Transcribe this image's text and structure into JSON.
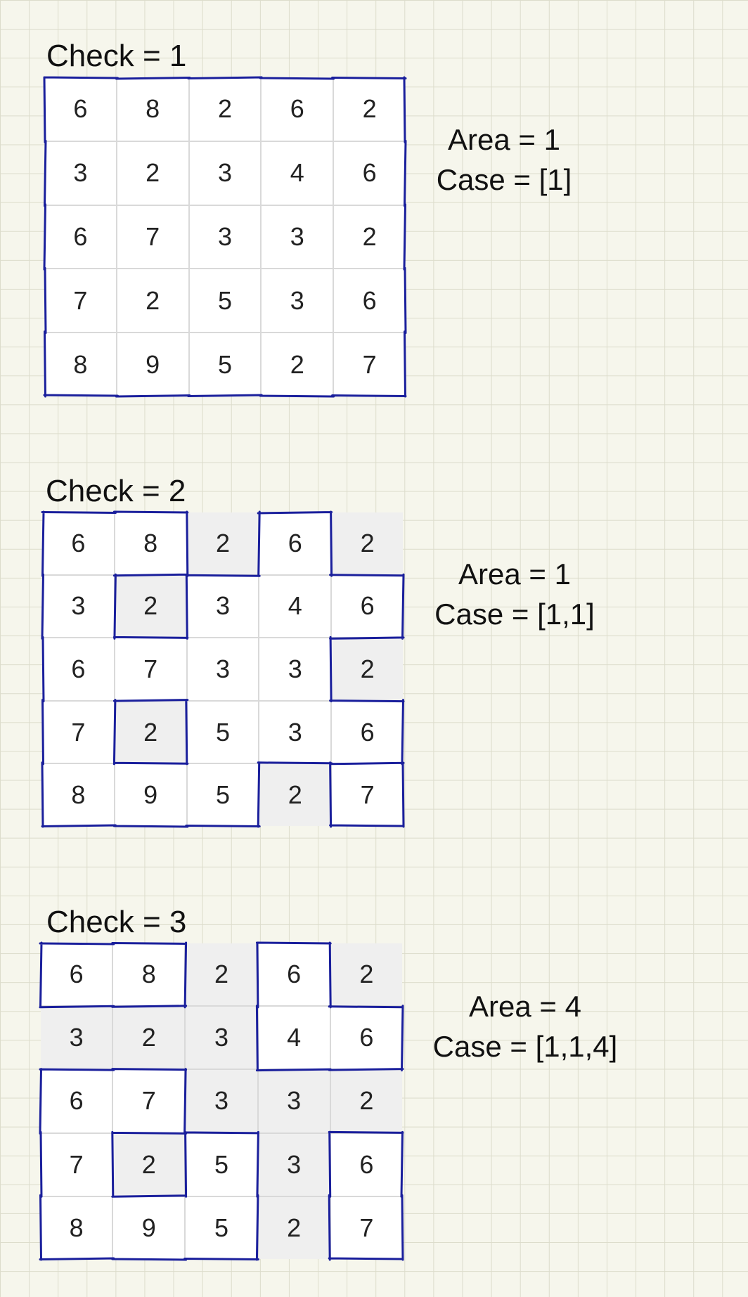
{
  "panels": [
    {
      "title": "Check = 1",
      "area_line": "Area = 1",
      "case_line": "Case = [1]",
      "values": [
        [
          6,
          8,
          2,
          6,
          2
        ],
        [
          3,
          2,
          3,
          4,
          6
        ],
        [
          6,
          7,
          3,
          3,
          2
        ],
        [
          7,
          2,
          5,
          3,
          6
        ],
        [
          8,
          9,
          5,
          2,
          7
        ]
      ],
      "shaded": [
        [
          0,
          0,
          0,
          0,
          0
        ],
        [
          0,
          0,
          0,
          0,
          0
        ],
        [
          0,
          0,
          0,
          0,
          0
        ],
        [
          0,
          0,
          0,
          0,
          0
        ],
        [
          0,
          0,
          0,
          0,
          0
        ]
      ],
      "regions": [
        [
          1,
          1,
          1,
          1,
          1
        ],
        [
          1,
          1,
          1,
          1,
          1
        ],
        [
          1,
          1,
          1,
          1,
          1
        ],
        [
          1,
          1,
          1,
          1,
          1
        ],
        [
          1,
          1,
          1,
          1,
          1
        ]
      ]
    },
    {
      "title": "Check = 2",
      "area_line": "Area = 1",
      "case_line": "Case = [1,1]",
      "values": [
        [
          6,
          8,
          2,
          6,
          2
        ],
        [
          3,
          2,
          3,
          4,
          6
        ],
        [
          6,
          7,
          3,
          3,
          2
        ],
        [
          7,
          2,
          5,
          3,
          6
        ],
        [
          8,
          9,
          5,
          2,
          7
        ]
      ],
      "shaded": [
        [
          0,
          0,
          1,
          0,
          1
        ],
        [
          0,
          1,
          0,
          0,
          0
        ],
        [
          0,
          0,
          0,
          0,
          1
        ],
        [
          0,
          1,
          0,
          0,
          0
        ],
        [
          0,
          0,
          0,
          1,
          0
        ]
      ],
      "regions": [
        [
          1,
          1,
          0,
          1,
          0
        ],
        [
          1,
          0,
          1,
          1,
          1
        ],
        [
          1,
          1,
          1,
          1,
          0
        ],
        [
          1,
          0,
          1,
          1,
          1
        ],
        [
          1,
          1,
          1,
          0,
          2
        ]
      ]
    },
    {
      "title": "Check = 3",
      "area_line": "Area = 4",
      "case_line": "Case = [1,1,4]",
      "values": [
        [
          6,
          8,
          2,
          6,
          2
        ],
        [
          3,
          2,
          3,
          4,
          6
        ],
        [
          6,
          7,
          3,
          3,
          2
        ],
        [
          7,
          2,
          5,
          3,
          6
        ],
        [
          8,
          9,
          5,
          2,
          7
        ]
      ],
      "shaded": [
        [
          0,
          0,
          1,
          0,
          1
        ],
        [
          1,
          1,
          1,
          0,
          0
        ],
        [
          0,
          0,
          1,
          1,
          1
        ],
        [
          0,
          1,
          0,
          1,
          0
        ],
        [
          0,
          0,
          0,
          1,
          0
        ]
      ],
      "regions": [
        [
          1,
          1,
          0,
          2,
          0
        ],
        [
          0,
          0,
          0,
          2,
          2
        ],
        [
          3,
          3,
          0,
          0,
          0
        ],
        [
          3,
          0,
          3,
          0,
          4
        ],
        [
          3,
          3,
          3,
          0,
          4
        ]
      ]
    }
  ]
}
